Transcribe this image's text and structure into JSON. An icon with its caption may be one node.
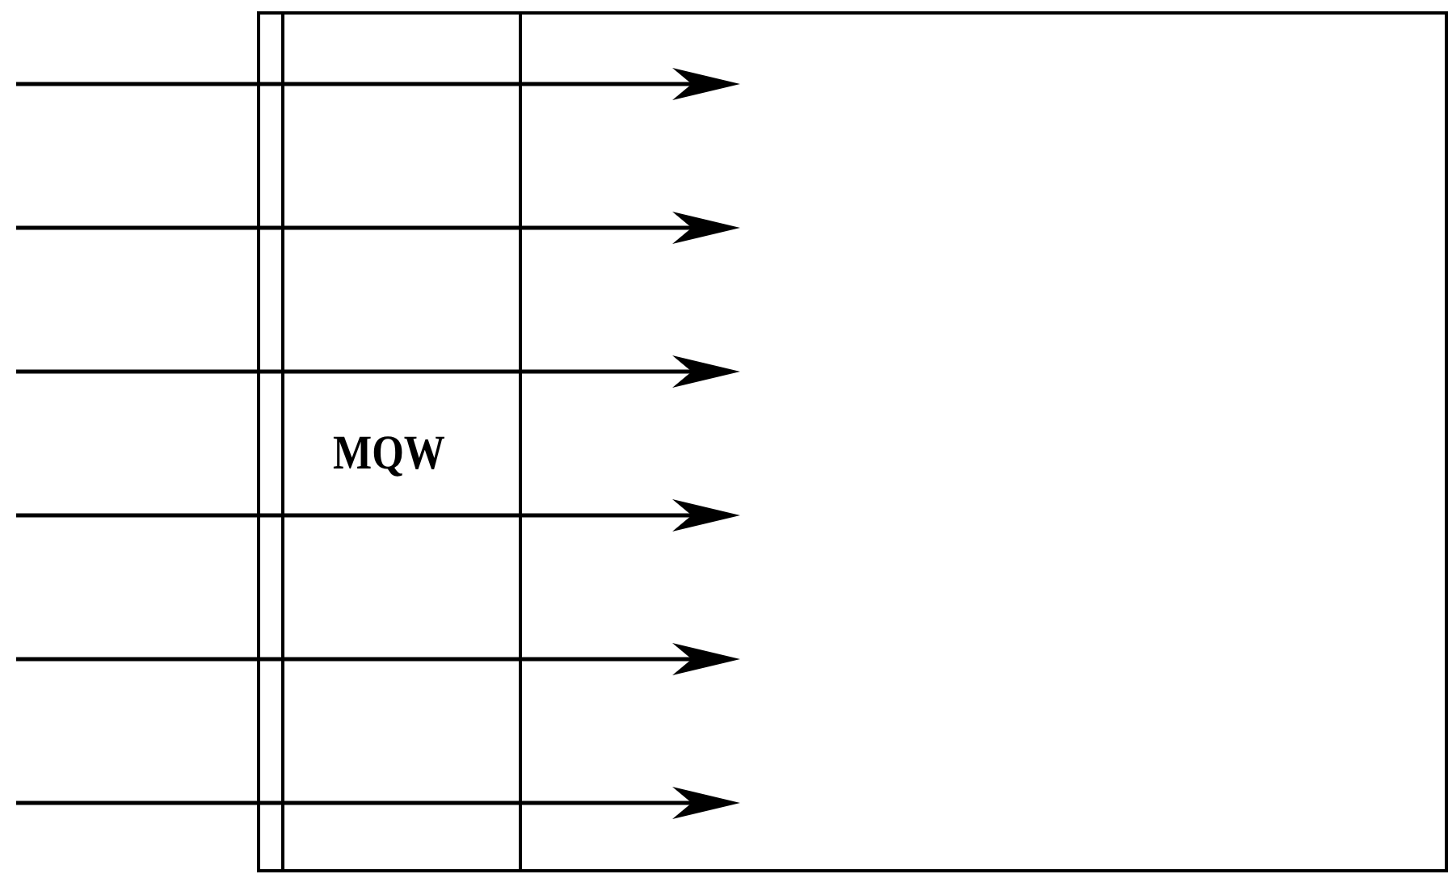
{
  "diagram": {
    "nodes": [
      {
        "text": [],
        "shape": "box"
      },
      {
        "text": [
          "MQW"
        ]
      },
      {
        "text": [],
        "shape": "box"
      }
    ]
  }
}
